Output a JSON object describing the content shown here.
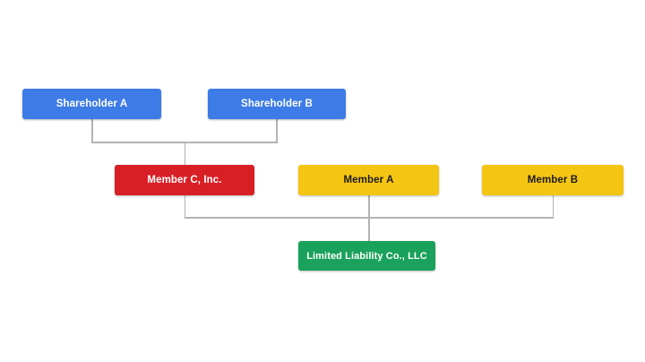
{
  "diagram": {
    "type": "org-structure-flowchart",
    "background": "#ffffff",
    "connector_color": "#b3b3b3",
    "nodes": [
      {
        "id": "shareholder-a",
        "label": "Shareholder A",
        "fill": "#3d7be6",
        "text_color": "#ffffff"
      },
      {
        "id": "shareholder-b",
        "label": "Shareholder B",
        "fill": "#3d7be6",
        "text_color": "#ffffff"
      },
      {
        "id": "member-c",
        "label": "Member C, Inc.",
        "fill": "#d81f26",
        "text_color": "#ffffff"
      },
      {
        "id": "member-a",
        "label": "Member A",
        "fill": "#f5c513",
        "text_color": "#1c1c1c"
      },
      {
        "id": "member-b",
        "label": "Member B",
        "fill": "#f5c513",
        "text_color": "#1c1c1c"
      },
      {
        "id": "llc",
        "label": "Limited Liability Co., LLC",
        "fill": "#1aa15b",
        "text_color": "#ffffff"
      }
    ],
    "edges": [
      {
        "from": "shareholder-a",
        "to": "member-c"
      },
      {
        "from": "shareholder-b",
        "to": "member-c"
      },
      {
        "from": "member-c",
        "to": "llc"
      },
      {
        "from": "member-a",
        "to": "llc"
      },
      {
        "from": "member-b",
        "to": "llc"
      }
    ]
  }
}
